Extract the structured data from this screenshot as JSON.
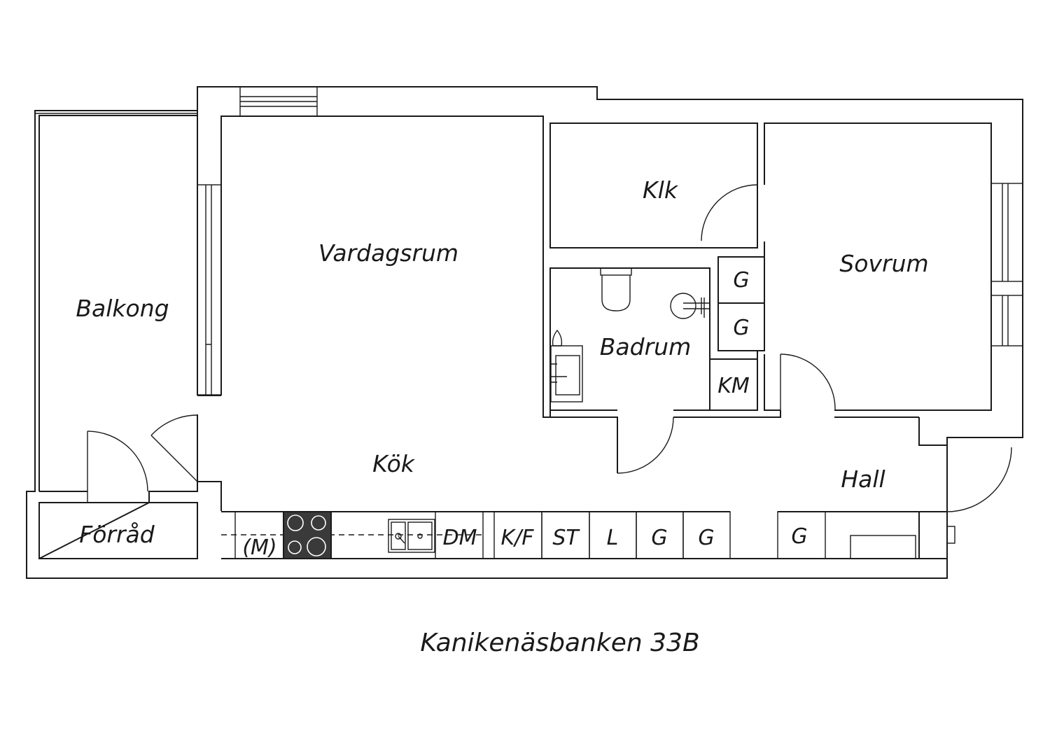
{
  "rooms": {
    "balkong": "Balkong",
    "vardagsrum": "Vardagsrum",
    "klk": "Klk",
    "sovrum": "Sovrum",
    "badrum": "Badrum",
    "kok": "Kök",
    "hall": "Hall",
    "forrad": "Förråd"
  },
  "cabinets": {
    "g_bath_1": "G",
    "g_bath_2": "G",
    "km": "KM",
    "m": "(M)",
    "dm": "DM",
    "kf": "K/F",
    "st": "ST",
    "l": "L",
    "g_kitchen_1": "G",
    "g_kitchen_2": "G",
    "g_hall": "G"
  },
  "address": "Kanikenäsbanken 33B"
}
